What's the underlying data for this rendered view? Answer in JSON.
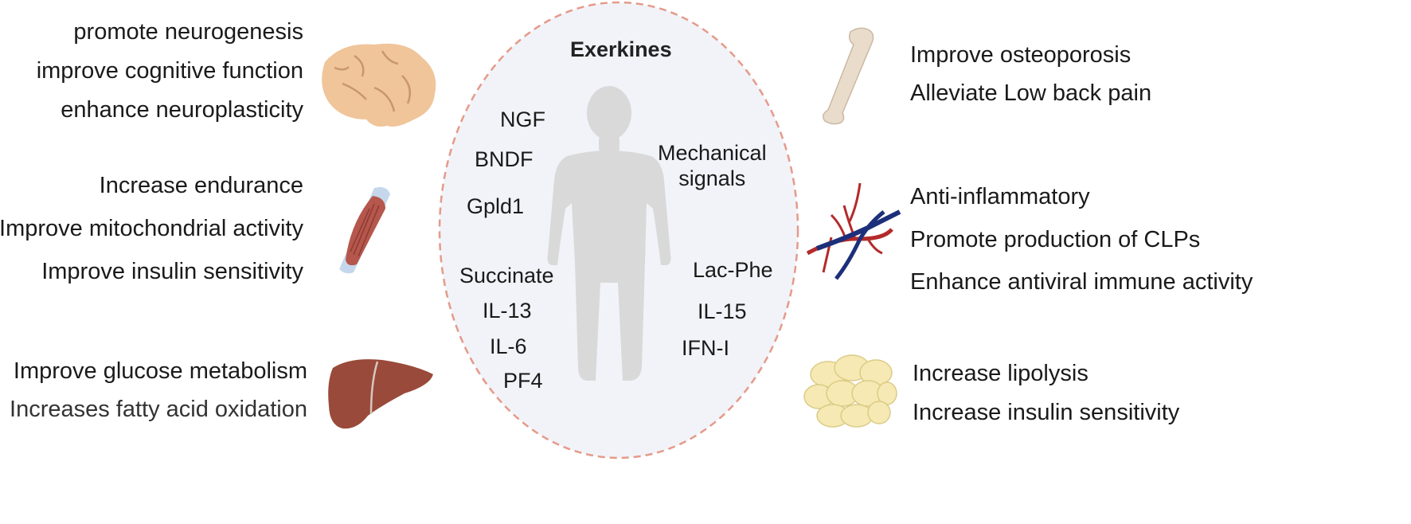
{
  "center": {
    "title": "Exerkines",
    "left_factors": [
      "NGF",
      "BNDF",
      "Gpld1",
      "Succinate",
      "IL-13",
      "IL-6",
      "PF4"
    ],
    "right_factors": [
      "Mechanical\nsignals",
      "Lac-Phe",
      "IL-15",
      "IFN-I"
    ]
  },
  "brain": {
    "icon": "brain-icon",
    "effects": [
      "promote neurogenesis",
      "improve cognitive function",
      "enhance neuroplasticity"
    ]
  },
  "muscle": {
    "icon": "muscle-icon",
    "effects": [
      "Increase endurance",
      "Improve mitochondrial activity",
      "Improve insulin sensitivity"
    ]
  },
  "liver": {
    "icon": "liver-icon",
    "effects": [
      "Improve glucose metabolism",
      "Increases fatty acid oxidation"
    ]
  },
  "bone": {
    "icon": "bone-icon",
    "effects": [
      "Improve osteoporosis",
      "Alleviate Low back pain"
    ]
  },
  "vessels": {
    "icon": "blood-vessel-icon",
    "effects": [
      "Anti-inflammatory",
      "Promote production of CLPs",
      "Enhance antiviral immune activity"
    ]
  },
  "fat": {
    "icon": "adipose-tissue-icon",
    "effects": [
      "Increase lipolysis",
      "Increase insulin sensitivity"
    ]
  },
  "colors": {
    "ellipse_fill": "#f1f3f8",
    "ellipse_border": "#e59a8a",
    "body_silhouette": "#d9d9d9",
    "brain": "#f0c59a",
    "muscle": "#b5574c",
    "liver": "#9a4a3a",
    "bone": "#e9dccb",
    "artery": "#b42a2a",
    "vein": "#1c2f7a",
    "fat": "#f6e9b3"
  }
}
